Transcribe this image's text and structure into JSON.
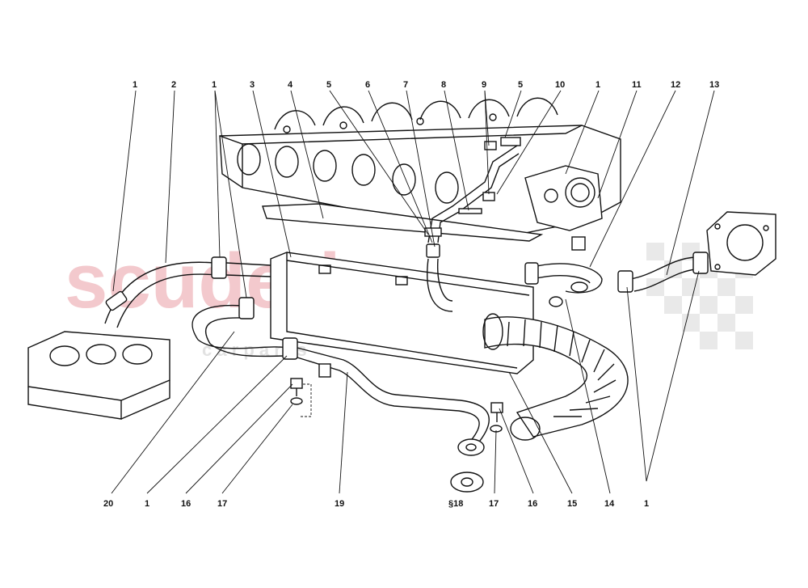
{
  "watermark": {
    "brand": "scuderia",
    "tagline": "c a r   p a r t s",
    "brand_color": "#f2c8cc",
    "flag_color": "#e6e6e6"
  },
  "callouts_top": [
    "1",
    "2",
    "1",
    "3",
    "4",
    "5",
    "6",
    "7",
    "8",
    "9",
    "5",
    "10",
    "1",
    "11",
    "12",
    "13"
  ],
  "callouts_bottom": [
    "20",
    "1",
    "16",
    "17",
    "19",
    "§18",
    "17",
    "16",
    "15",
    "14",
    "1"
  ]
}
